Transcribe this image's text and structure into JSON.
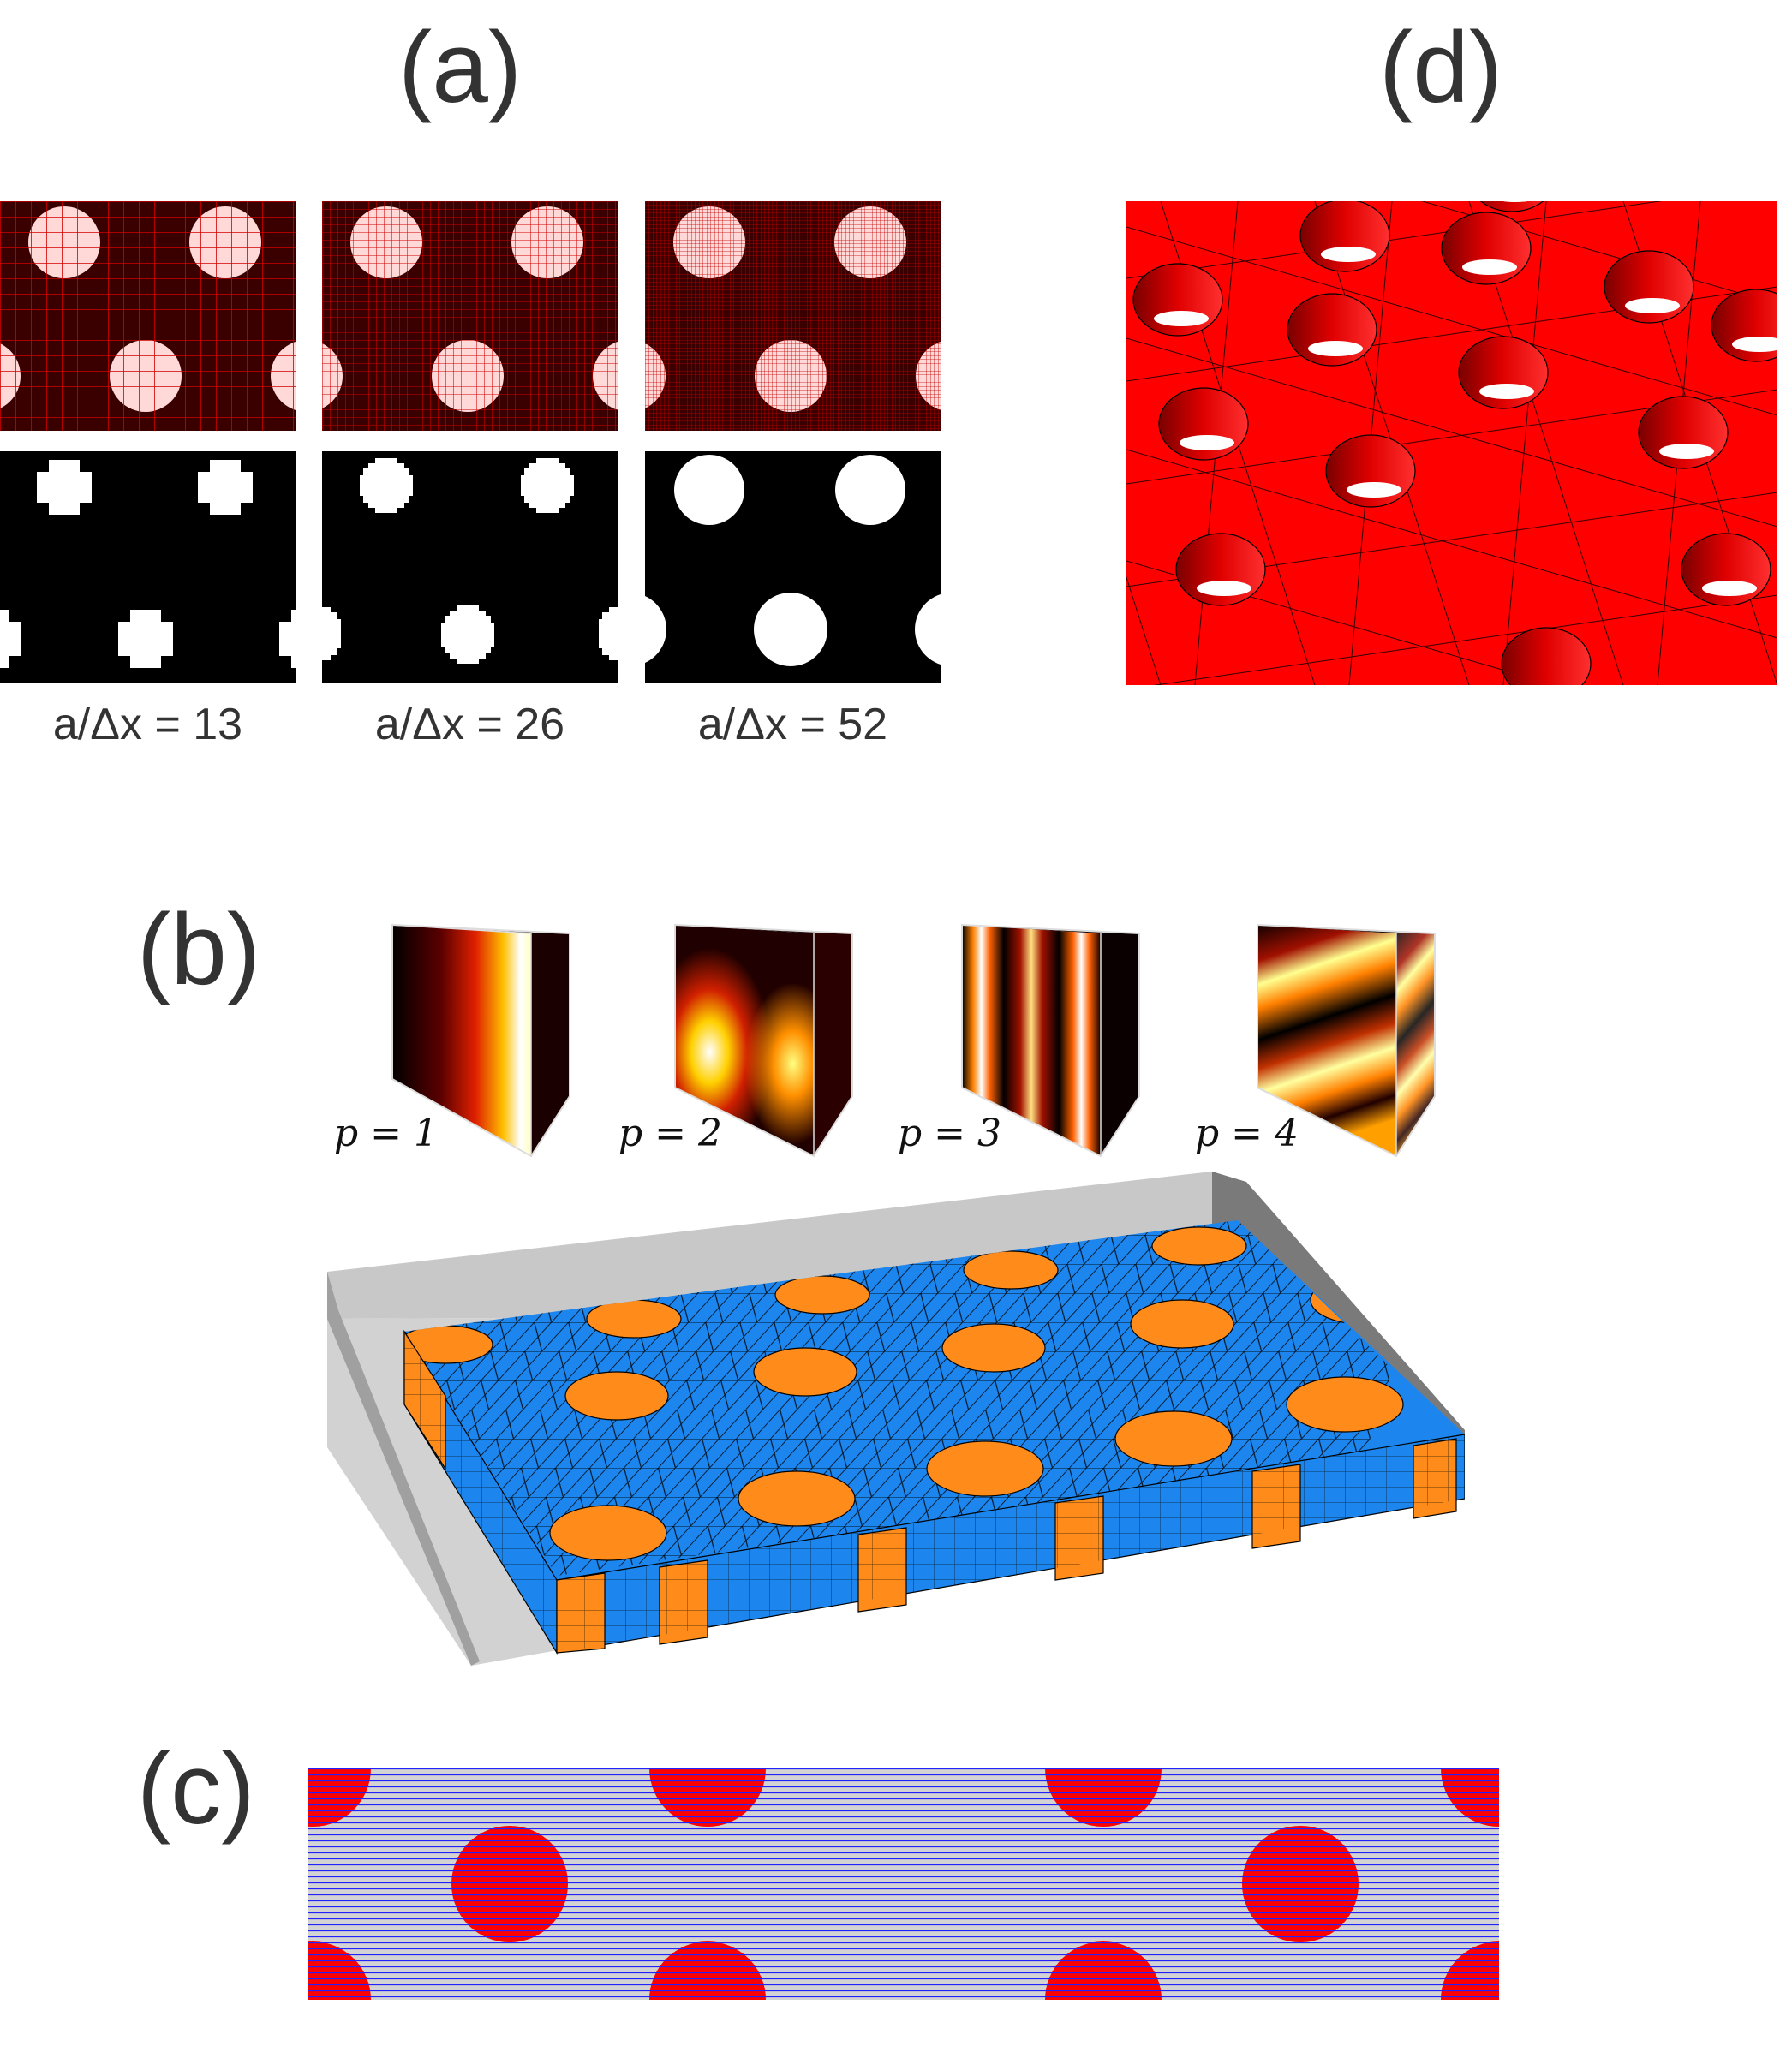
{
  "panel_a": {
    "label": "(a)",
    "resolution_labels": [
      "a/Δx = 13",
      "a/Δx = 26",
      "a/Δx = 52"
    ],
    "colors": {
      "grid_background": "#3a0000",
      "grid_line": "#d00000",
      "hole_fill": "#ffd8d8",
      "binary_bg": "#000000",
      "binary_hole": "#ffffff"
    }
  },
  "panel_b": {
    "label": "(b)",
    "basis_labels": [
      "p = 1",
      "p = 2",
      "p = 3",
      "p = 4"
    ],
    "colors": {
      "matrix": "#1c86ee",
      "holes": "#ff8c1a",
      "walls": "#c8c8c8",
      "mesh_line": "#000000"
    }
  },
  "panel_c": {
    "label": "(c)",
    "colors": {
      "background": "#d3d3d3",
      "holes": "#ff0000",
      "lines": "#2222ff"
    }
  },
  "panel_d": {
    "label": "(d)",
    "colors": {
      "surface": "#ff0000",
      "edges": "#000000",
      "holes": "#ffffff"
    }
  }
}
